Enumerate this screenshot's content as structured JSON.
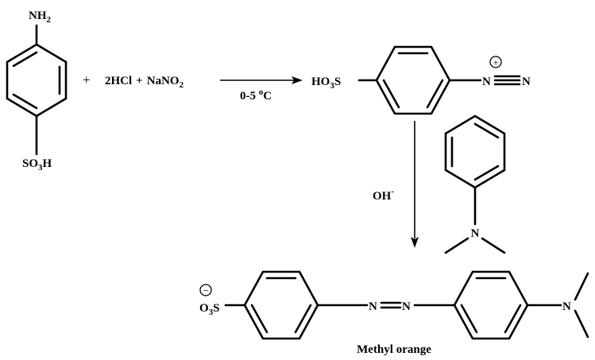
{
  "reactant_1": {
    "top_group": {
      "main": "NH",
      "sub": "2"
    },
    "bottom_group": {
      "pre": "SO",
      "sub": "3",
      "post": "H"
    }
  },
  "plus_1": "+",
  "reagents": {
    "hcl": "2HCl",
    "plus": "+",
    "nitrite": {
      "main": "NaNO",
      "sub": "2"
    }
  },
  "condition_1": {
    "text": "0-5 ",
    "sup": "o",
    "unit": "C"
  },
  "diazonium": {
    "left_group": {
      "pre": "HO",
      "sub": "3",
      "post": "S"
    },
    "n_plus": "N",
    "n_triple": "N",
    "plus_charge": "+"
  },
  "condition_2": {
    "text": "OH",
    "sup": "-"
  },
  "coupling_partner": {
    "n_atom": "N"
  },
  "product": {
    "left_group": {
      "pre": "O",
      "sub": "3",
      "post": "S"
    },
    "minus_charge": "−",
    "azo_n1": "N",
    "azo_n2": "N",
    "n_atom": "N",
    "name": "Methyl orange"
  }
}
